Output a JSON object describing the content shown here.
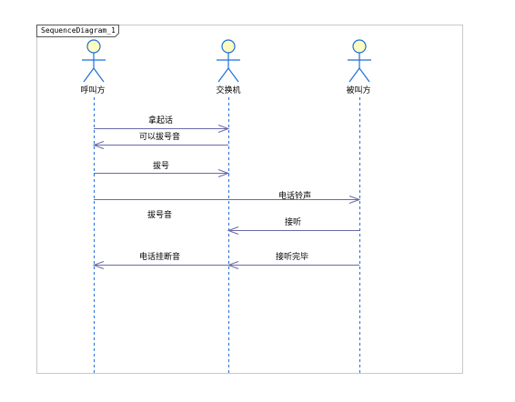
{
  "frame": {
    "title": "SequenceDiagram_1"
  },
  "actors": [
    {
      "label": "呼叫方"
    },
    {
      "label": "交换机"
    },
    {
      "label": "被叫方"
    }
  ],
  "messages": [
    {
      "label": "拿起话",
      "from": 0,
      "to": 1
    },
    {
      "label": "可以拔号音",
      "from": 1,
      "to": 0
    },
    {
      "label": "拔号",
      "from": 0,
      "to": 1
    },
    {
      "label": "电话铃声",
      "from": 0,
      "to": 2
    },
    {
      "label": "接听",
      "from": 2,
      "to": 1
    },
    {
      "label": "接听完毕",
      "from": 2,
      "to": 1
    },
    {
      "label": "电话挂断音",
      "from": 1,
      "to": 0
    }
  ],
  "notes": [
    {
      "label": "拔号音"
    }
  ],
  "colors": {
    "lifeline": "#1e6fd9",
    "message": "#6a6aa8",
    "actor_head_fill": "#fffcc0",
    "actor_stroke": "#1e6fd9",
    "frame_border": "#c8c8c8"
  }
}
